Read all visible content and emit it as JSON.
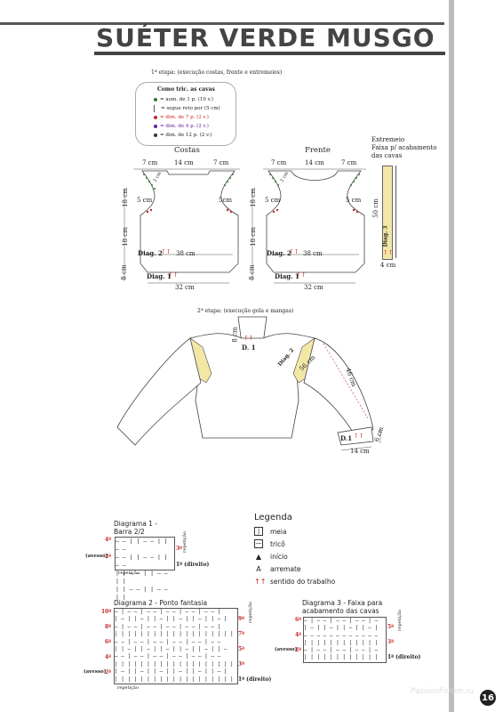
{
  "page": {
    "title": "SUÉTER VERDE MUSGO",
    "page_number": "16",
    "watermark": "PassionForum.ru"
  },
  "stage1": {
    "heading": "1ª etapa: (execução costas, frente e entremeios)",
    "legend_title": "Como tric. as cavas",
    "legend_items": [
      {
        "text": "= aum. de 1 p. (10 v.)",
        "color": "#2e7d32"
      },
      {
        "text": "= segue reto por (5 cm)",
        "color": "#555555"
      },
      {
        "text": "= dim. de 7 p. (2 v.)",
        "color": "#c62828"
      },
      {
        "text": "= dim. de 4 p. (2 v.)",
        "color": "#6a1b9a"
      },
      {
        "text": "= dim. de 12 p. (2 v.)",
        "color": "#333333"
      }
    ],
    "costas": {
      "label": "Costas",
      "w_left": "7 cm",
      "w_mid": "14 cm",
      "w_right": "7 cm",
      "h_top": "18 cm",
      "h_mid": "18 cm",
      "h_bot": "8 cm",
      "armhole_left": "5 cm",
      "armhole_right": "5cm",
      "armhole_side": "2 cm",
      "diag2": "Diag. 2",
      "diag1": "Diag. 1",
      "width_body": "38 cm",
      "width_hem": "32 cm"
    },
    "frente": {
      "label": "Frente",
      "w_left": "7 cm",
      "w_mid": "14 cm",
      "w_right": "7 cm",
      "h_top": "18 cm",
      "h_mid": "18 cm",
      "h_bot": "8 cm",
      "armhole_left": "5 cm",
      "armhole_right": "5 cm",
      "armhole_side": "2 cm",
      "diag2": "Diag. 2",
      "diag1": "Diag. 1",
      "width_body": "38 cm",
      "width_hem": "32 cm"
    },
    "entremeio": {
      "label_line1": "Entremeio",
      "label_line2": "Faixa p/ acabamento",
      "label_line3": "das cavas",
      "height": "50 cm",
      "diag": "Diag. 3",
      "width": "4 cm"
    }
  },
  "stage2": {
    "heading": "2ª etapa: (execução gola e mangas)",
    "collar_height": "8 cm",
    "d1": "D. 1",
    "diag2": "Diag. 2",
    "sleeve_cap": "56 cm",
    "sleeve_len": "46 cm",
    "cuff_h": "6 cm",
    "cuff_w": "14 cm",
    "cuff_d1": "D.1"
  },
  "legend": {
    "title": "Legenda",
    "items": [
      {
        "symbol": "|",
        "label": "meia"
      },
      {
        "symbol": "—",
        "label": "tricô"
      },
      {
        "symbol": "▲",
        "label": "início"
      },
      {
        "symbol": "A",
        "label": "arremate"
      },
      {
        "symbol": "↑↑",
        "label": "sentido do trabalho"
      }
    ]
  },
  "diagram1": {
    "title_line1": "Diagrama 1 -",
    "title_line2": "Barra 2/2",
    "row_labels_left": [
      "4ª",
      "2ª"
    ],
    "row_labels_right": [
      "3ª",
      "1ª (direito)"
    ],
    "avesso": "(avesso)",
    "repeticao_side": "repetição",
    "repeticao_bottom": "repetição",
    "rows": [
      "— — | | — — | | — —",
      "— — | | — — | | — —",
      "| | — — | | — — | |",
      "| | — — | | — — | |"
    ]
  },
  "diagram2": {
    "title": "Diagrama 2 - Ponto fantasia",
    "row_labels_left": [
      "10ª",
      "8ª",
      "6ª",
      "4ª",
      "2ª"
    ],
    "row_labels_right": [
      "9ª",
      "7ª",
      "5ª",
      "3ª",
      "1ª (direito)"
    ],
    "avesso": "(avesso)",
    "repeticao_side": "repetição",
    "repeticao_bottom": "repetição",
    "rows": [
      "— | — — | — — | — — | — — | — — |",
      "| — | | — | | — | | — | | — | | — |",
      "— | — — | — — | — — | — — | — — |",
      "| | | | | | | | | | | | | | | | | | |",
      "— — | — — | — — | — — | — — | — —",
      "| | — | | — | | — | | — | | — | | —",
      "— — | — — | — — | — — | — — | — —",
      "| | | | | | | | | | | | | | | | | | |",
      "| — | | — | | — | | — | | — | | — |",
      "| | | | | | | | | | | | | | | | | | |"
    ]
  },
  "diagram3": {
    "title_line1": "Diagrama 3 - Faixa para",
    "title_line2": "acabamento das cavas",
    "row_labels_left": [
      "6ª",
      "4ª",
      "2ª"
    ],
    "row_labels_right": [
      "5ª",
      "3ª",
      "1ª (direito)"
    ],
    "avesso": "(avesso)",
    "repeticao_side": "repetição",
    "rows": [
      "— | — — | — — | — — | —",
      "| — | | — | | — | | — |",
      "— — — — — — — — — — — —",
      "| | | | | | | | | | | |",
      "— | — — | — — | — — | —",
      "| | | | | | | | | | | |"
    ]
  },
  "colors": {
    "accent_green": "#2e7d32",
    "accent_red": "#c62828",
    "yellow_band": "#f3e7a6"
  }
}
